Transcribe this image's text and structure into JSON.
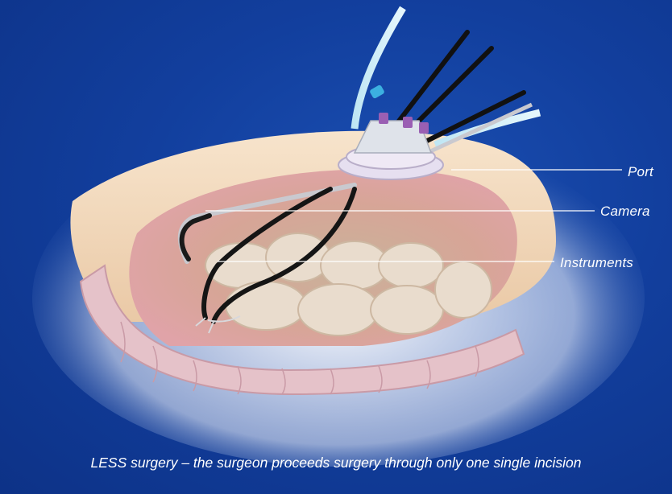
{
  "labels": {
    "port": "Port",
    "camera": "Camera",
    "instruments": "Instruments"
  },
  "caption": "LESS surgery – the surgeon proceeds surgery through only one single incision",
  "colors": {
    "background": "#123f9e",
    "skin": "#f3dcc0",
    "cavity": "#d9a08f",
    "intestine": "#eee4da",
    "colon": "#e6c0c8",
    "port": "#e8e0ee",
    "instrument": "#1a1a1a",
    "text": "#ffffff"
  }
}
